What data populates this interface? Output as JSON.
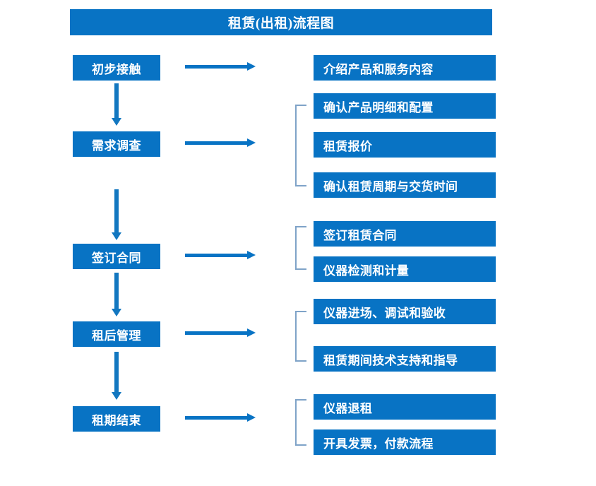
{
  "page": {
    "title": "租赁(出租)流程图",
    "accent_color": "#0873c4",
    "bracket_color": "#7fa3c8",
    "text_color": "#ffffff",
    "background_color": "#ffffff"
  },
  "stages": [
    {
      "key": "initial-contact",
      "label": "初步接触",
      "arrow": "arrow-right",
      "grouped": false,
      "details": [
        {
          "label": "介绍产品和服务内容"
        }
      ]
    },
    {
      "key": "requirement-survey",
      "label": "需求调查",
      "arrow": "arrow-right",
      "grouped": true,
      "details": [
        {
          "label": "确认产品明细和配置"
        },
        {
          "label": "租赁报价"
        },
        {
          "label": "确认租赁周期与交货时间"
        }
      ]
    },
    {
      "key": "sign-contract",
      "label": "签订合同",
      "arrow": "arrow-right",
      "grouped": true,
      "details": [
        {
          "label": "签订租赁合同"
        },
        {
          "label": "仪器检测和计量"
        }
      ]
    },
    {
      "key": "post-rental-management",
      "label": "租后管理",
      "arrow": "arrow-right",
      "grouped": true,
      "details": [
        {
          "label": "仪器进场、调试和验收"
        },
        {
          "label": "租赁期间技术支持和指导"
        }
      ]
    },
    {
      "key": "lease-end",
      "label": "租期结束",
      "arrow": "arrow-right",
      "grouped": true,
      "details": [
        {
          "label": "仪器退租"
        },
        {
          "label": "开具发票，付款流程"
        }
      ]
    }
  ],
  "connectors": {
    "vertical_arrow_icon": "arrow-down-icon",
    "horizontal_arrow_icon": "arrow-right-icon",
    "bracket_icon": "group-bracket-icon"
  }
}
